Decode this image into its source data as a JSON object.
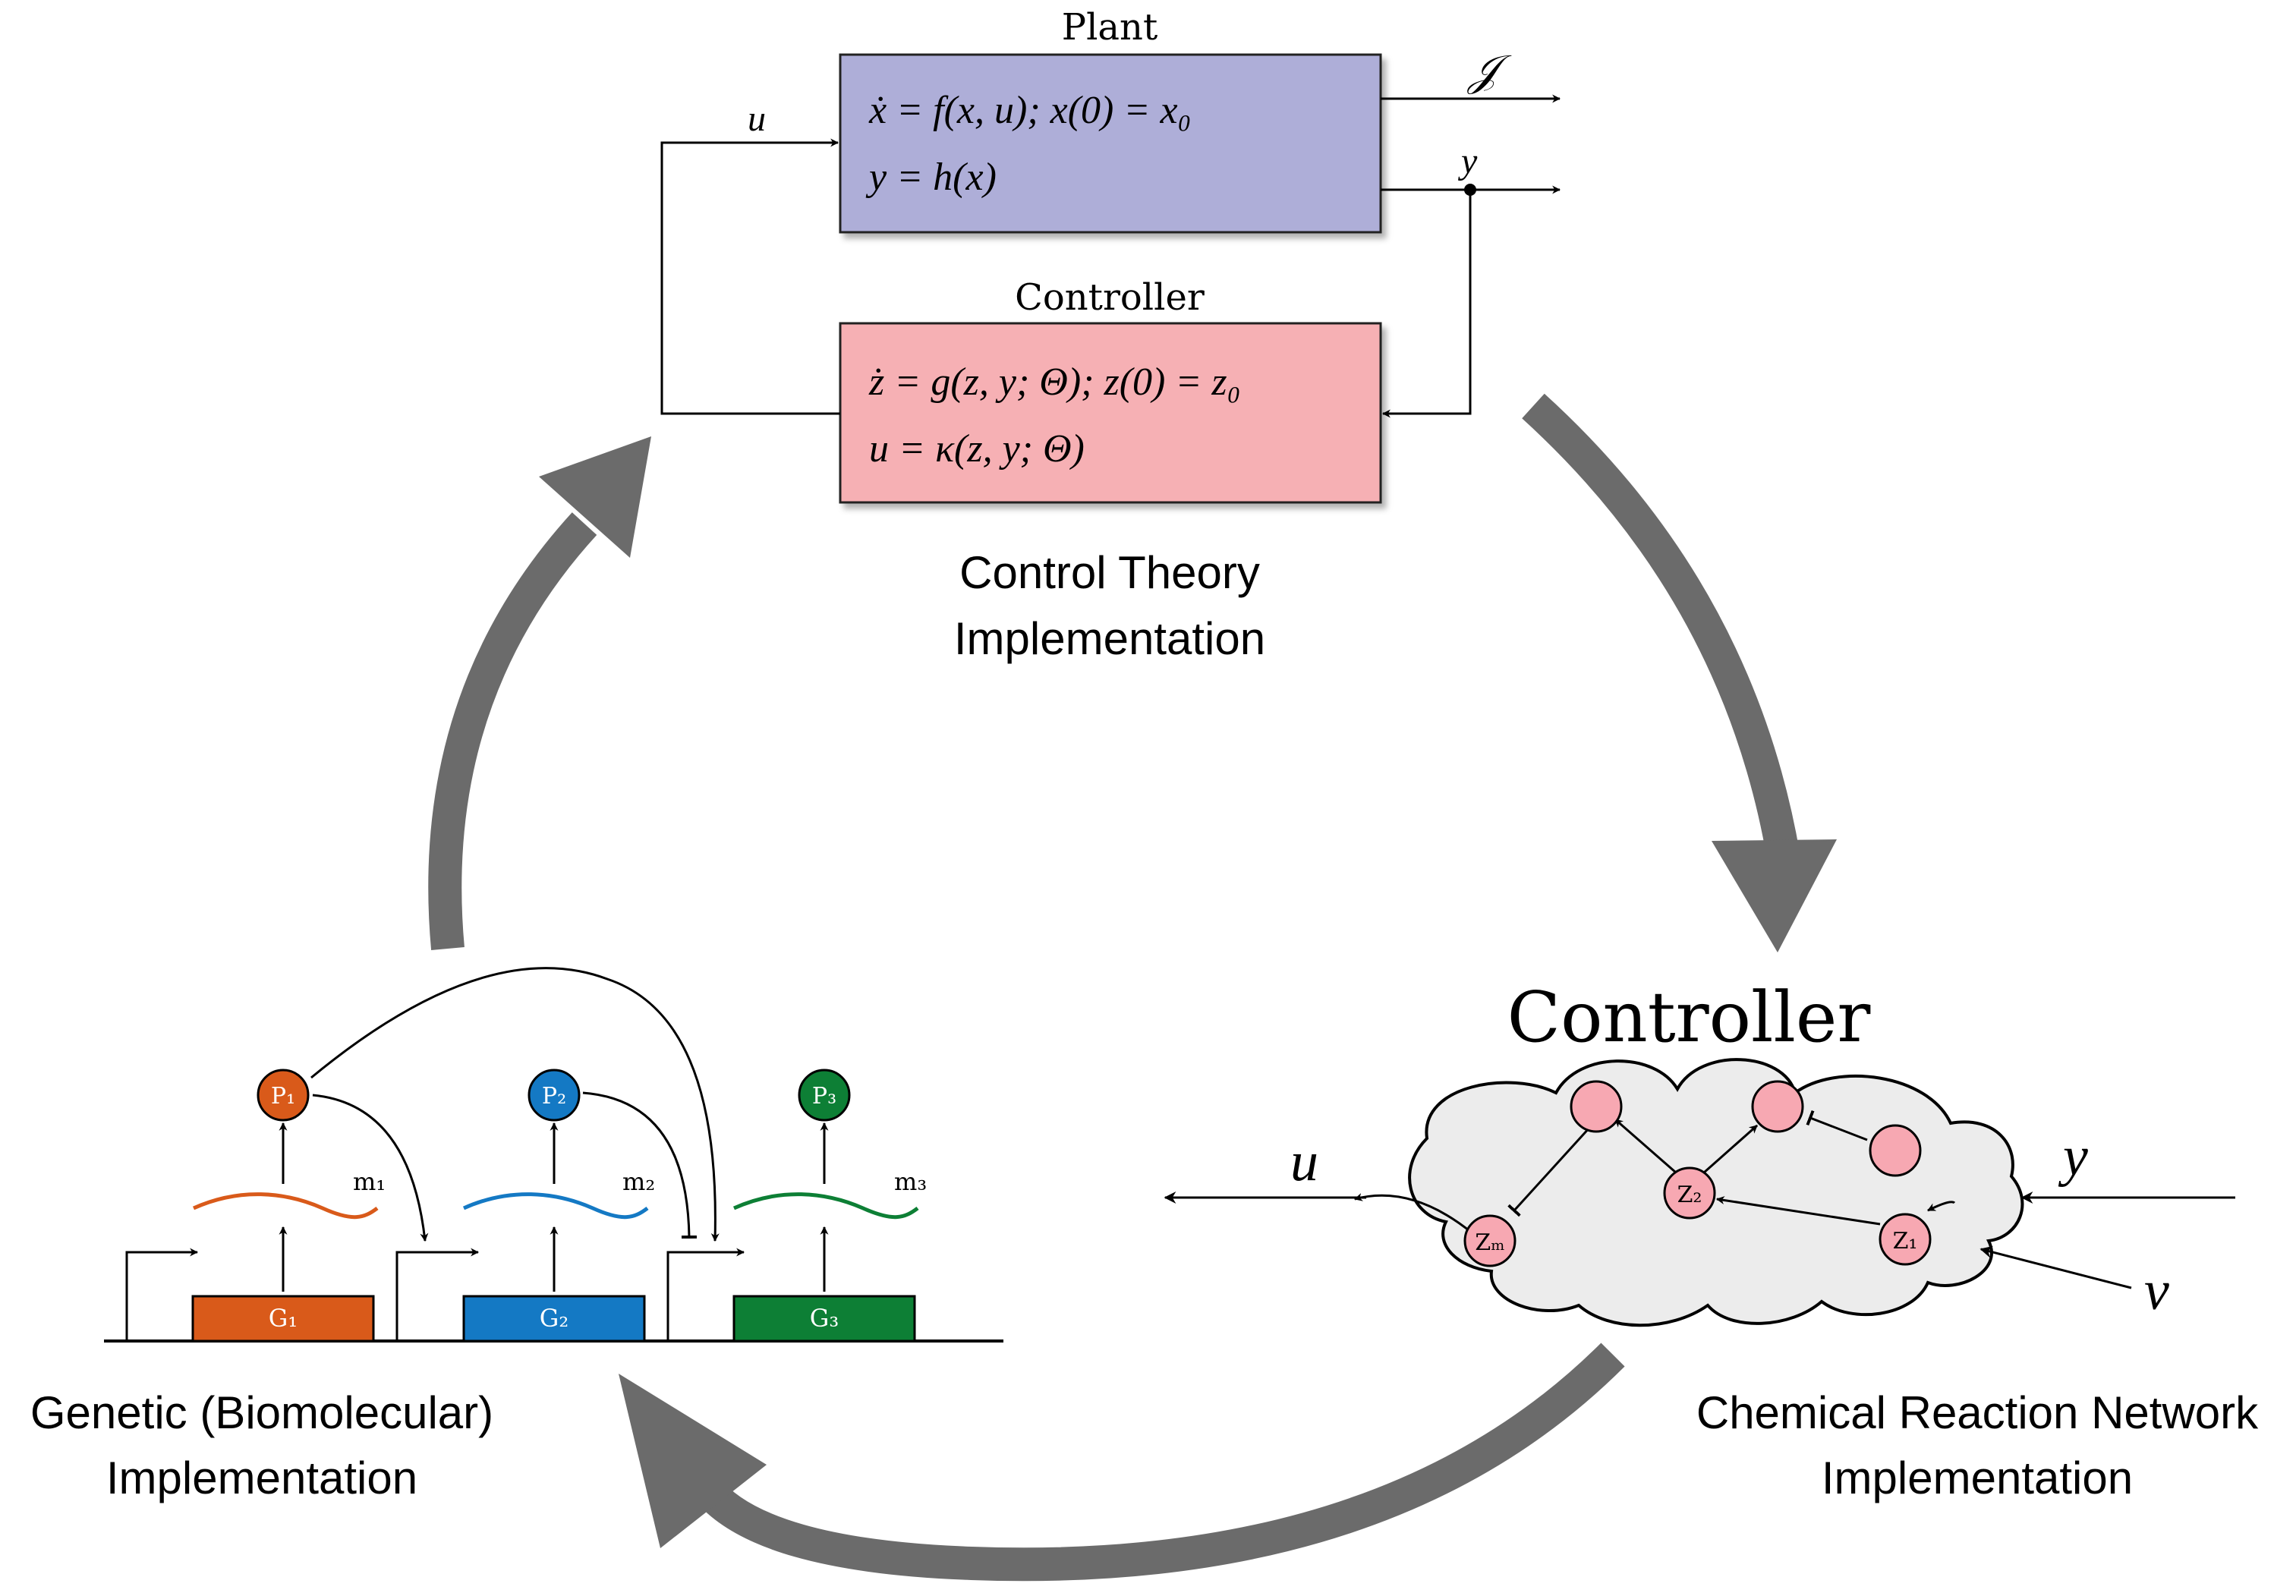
{
  "colors": {
    "plant_fill": "#aeaed8",
    "controller_fill": "#f6b0b4",
    "cycle_arrow": "#6b6b6b",
    "cloud_fill": "#ececec",
    "node_fill": "#f7a8b2",
    "gene1": "#d95a1a",
    "gene2": "#1479c4",
    "gene3": "#0d7f35",
    "ink": "#000000"
  },
  "control_theory": {
    "plant_title": "Plant",
    "plant_eq1": "ẋ = f(x, u);  x(0) = x₀",
    "plant_eq2": "y = h(x)",
    "controller_title": "Controller",
    "controller_eq1": "ż = g(z, y; Θ);  z(0) = z₀",
    "controller_eq2": "u = κ(z, y; Θ)",
    "signal_u": "u",
    "signal_y": "y",
    "signal_J": "𝒥",
    "label_line1": "Control Theory",
    "label_line2": "Implementation"
  },
  "crn": {
    "title": "Controller",
    "input_y": "y",
    "input_v": "v",
    "output_u": "u",
    "node_z1": "Z₁",
    "node_z2": "Z₂",
    "node_zm": "Zₘ",
    "label_line1": "Chemical Reaction Network",
    "label_line2": "Implementation"
  },
  "genetic": {
    "gene1": "G₁",
    "gene2": "G₂",
    "gene3": "G₃",
    "mrna1": "m₁",
    "mrna2": "m₂",
    "mrna3": "m₃",
    "protein1": "P₁",
    "protein2": "P₂",
    "protein3": "P₃",
    "label_line1": "Genetic (Biomolecular)",
    "label_line2": "Implementation"
  }
}
